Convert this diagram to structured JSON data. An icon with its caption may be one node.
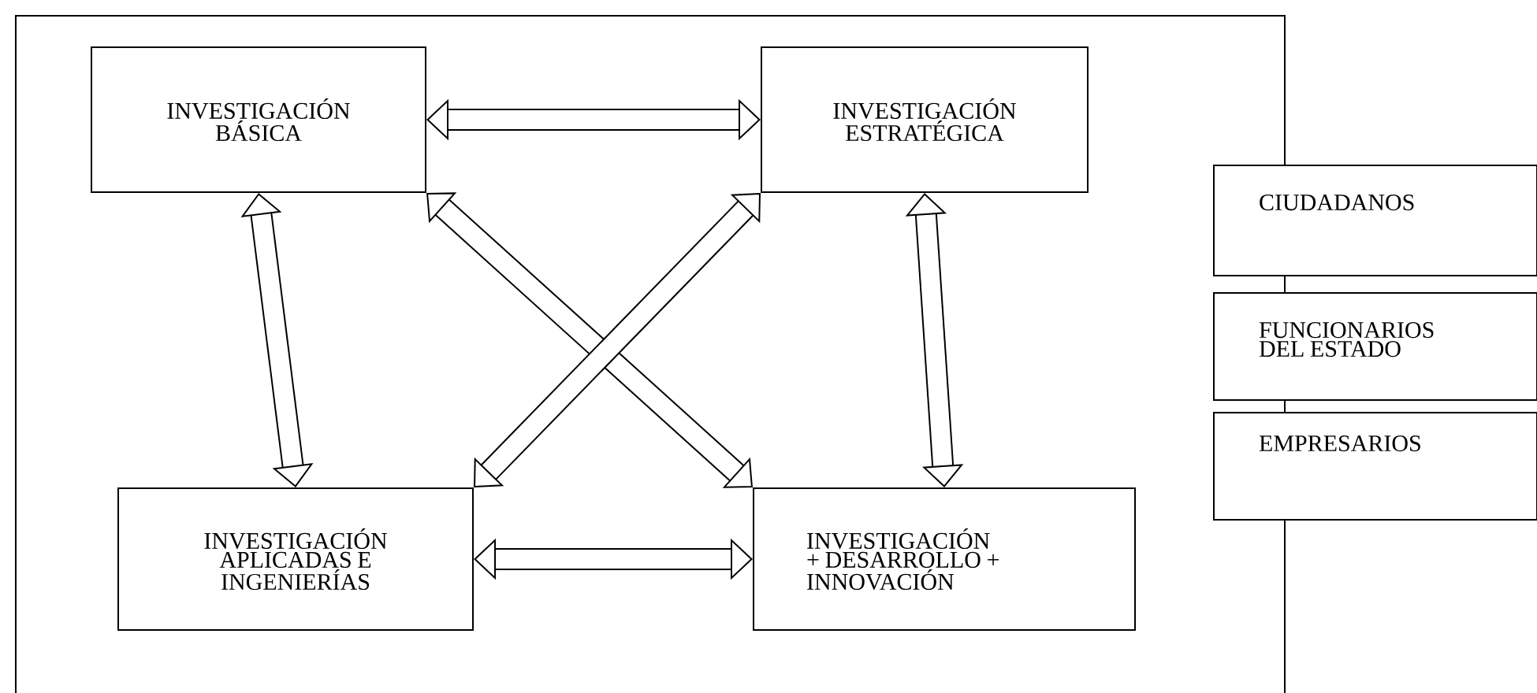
{
  "diagram": {
    "nodes": [
      {
        "text": [],
        "shape": "box"
      },
      {
        "text": [
          "INVESTIGACIÓN BÁSICA"
        ],
        "in": 0
      },
      {
        "text": [
          "INVESTIGACIÓN ESTRATÉGICA"
        ],
        "in": 0
      },
      {
        "text": [
          "INVESTIGACIÓN APLICADAS E INGENIERÍAS"
        ],
        "in": 0
      },
      {
        "text": [
          "INVESTIGACIÓN + DESARROLLO + INNOVACIÓN"
        ],
        "in": 0
      },
      {
        "text": [
          "CIUDADANOS"
        ]
      },
      {
        "text": [
          "FUNCIONARIOS DEL ESTADO"
        ]
      },
      {
        "text": [
          "EMPRESARIOS"
        ]
      }
    ],
    "edges": [
      {
        "from": 1,
        "to": 2,
        "arrow": "both"
      },
      {
        "from": 1,
        "to": 3,
        "arrow": "both"
      },
      {
        "from": 2,
        "to": 4,
        "arrow": "both"
      },
      {
        "from": 3,
        "to": 4,
        "arrow": "both"
      },
      {
        "from": 1,
        "to": 4,
        "arrow": "both"
      },
      {
        "from": 2,
        "to": 3,
        "arrow": "both"
      }
    ]
  }
}
